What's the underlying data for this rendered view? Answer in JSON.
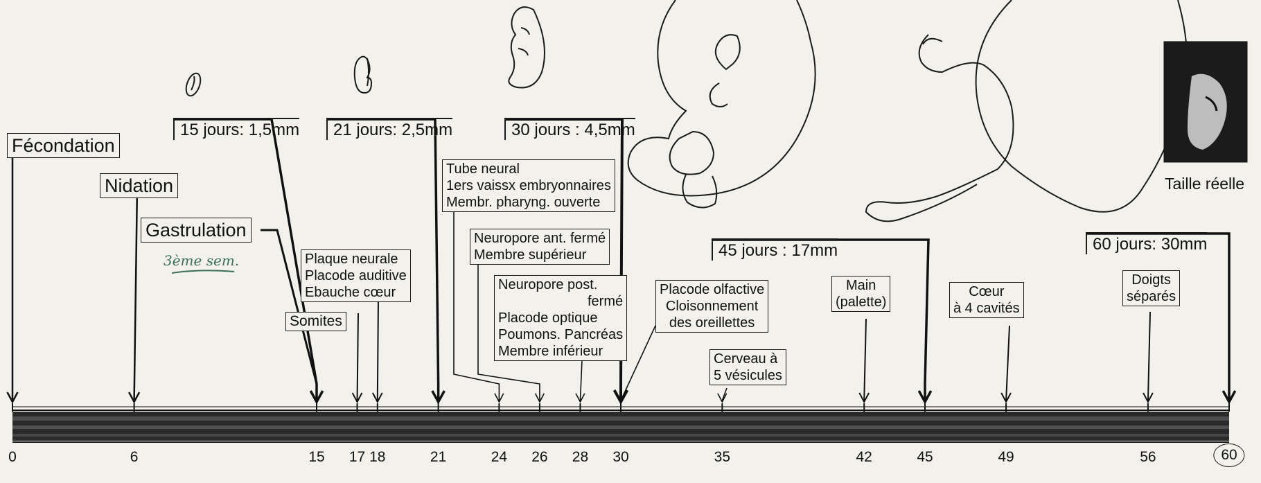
{
  "stages": {
    "s15": "15 jours: 1,5mm",
    "s21": "21 jours: 2,5mm",
    "s30": "30 jours : 4,5mm",
    "s45": "45 jours : 17mm",
    "s60": "60 jours: 30mm"
  },
  "events": {
    "fecondation": "Fécondation",
    "nidation": "Nidation",
    "gastrulation": "Gastrulation",
    "somites": "Somites",
    "plaque": [
      "Plaque neurale",
      "Placode auditive",
      "Ebauche cœur"
    ],
    "tube": [
      "Tube neural",
      "1ers vaissx embryonnaires",
      "Membr. pharyng. ouverte"
    ],
    "neuropore_ant": [
      "Neuropore ant. fermé",
      "Membre supérieur"
    ],
    "neuropore_post": [
      "Neuropore post.",
      "fermé",
      "Placode optique",
      "Poumons. Pancréas",
      "Membre inférieur"
    ],
    "placode_olf": [
      "Placode olfactive",
      "Cloisonnement",
      "des oreillettes"
    ],
    "cerveau": [
      "Cerveau à",
      "5 vésicules"
    ],
    "main": [
      "Main",
      "(palette)"
    ],
    "coeur": [
      "Cœur",
      "à 4 cavités"
    ],
    "doigts": [
      "Doigts",
      "séparés"
    ]
  },
  "handwritten_note": "3ème sem.",
  "taille_reelle": "Taille réelle",
  "axis": {
    "ticks": [
      0,
      6,
      15,
      17,
      18,
      21,
      24,
      26,
      28,
      30,
      35,
      42,
      45,
      49,
      56,
      60
    ],
    "range": [
      0,
      60
    ],
    "circled_tick": 60
  }
}
